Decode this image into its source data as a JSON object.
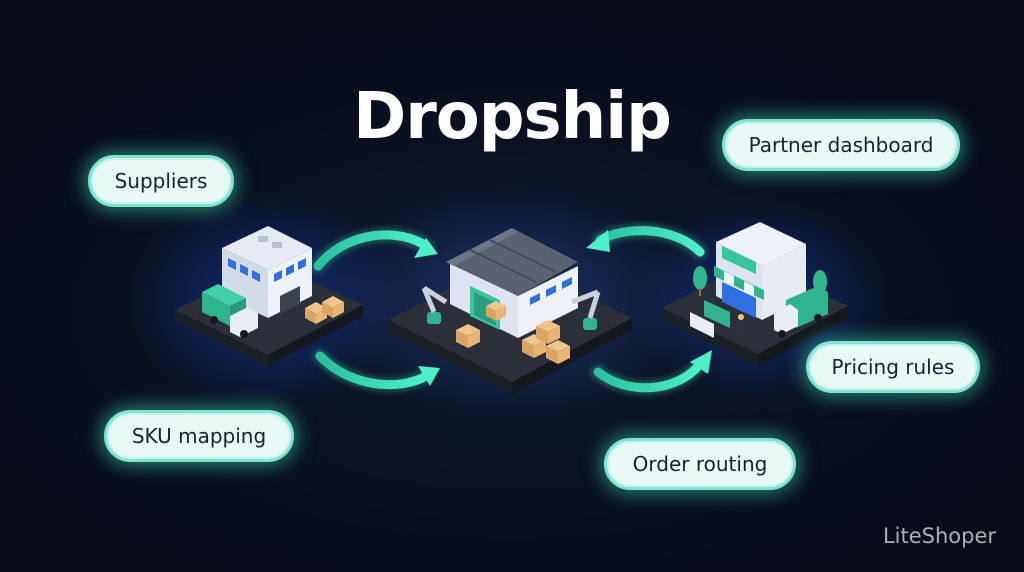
{
  "title": "Dropship",
  "labels": {
    "suppliers": "Suppliers",
    "sku_mapping": "SKU mapping",
    "partner_dashboard": "Partner dashboard",
    "pricing_rules": "Pricing rules",
    "order_routing": "Order routing"
  },
  "brand": "LiteShoper",
  "colors": {
    "accent": "#3ad6b0",
    "pill_bg": "#e9faf6",
    "background": "#0a1224"
  },
  "icons": [
    "supplier-warehouse-icon",
    "fulfillment-center-icon",
    "retail-storefront-icon",
    "flow-arrow-icon"
  ]
}
